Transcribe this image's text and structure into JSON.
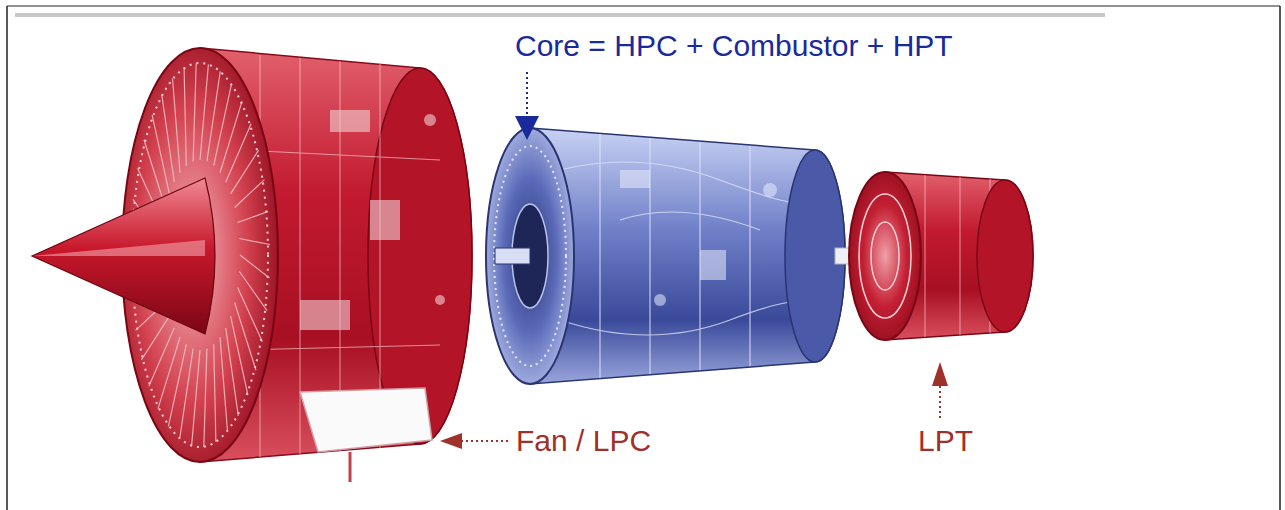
{
  "diagram": {
    "labels": [
      "Core = HPC + Combustor + HPT",
      "Fan / LPC",
      "LPT"
    ]
  }
}
